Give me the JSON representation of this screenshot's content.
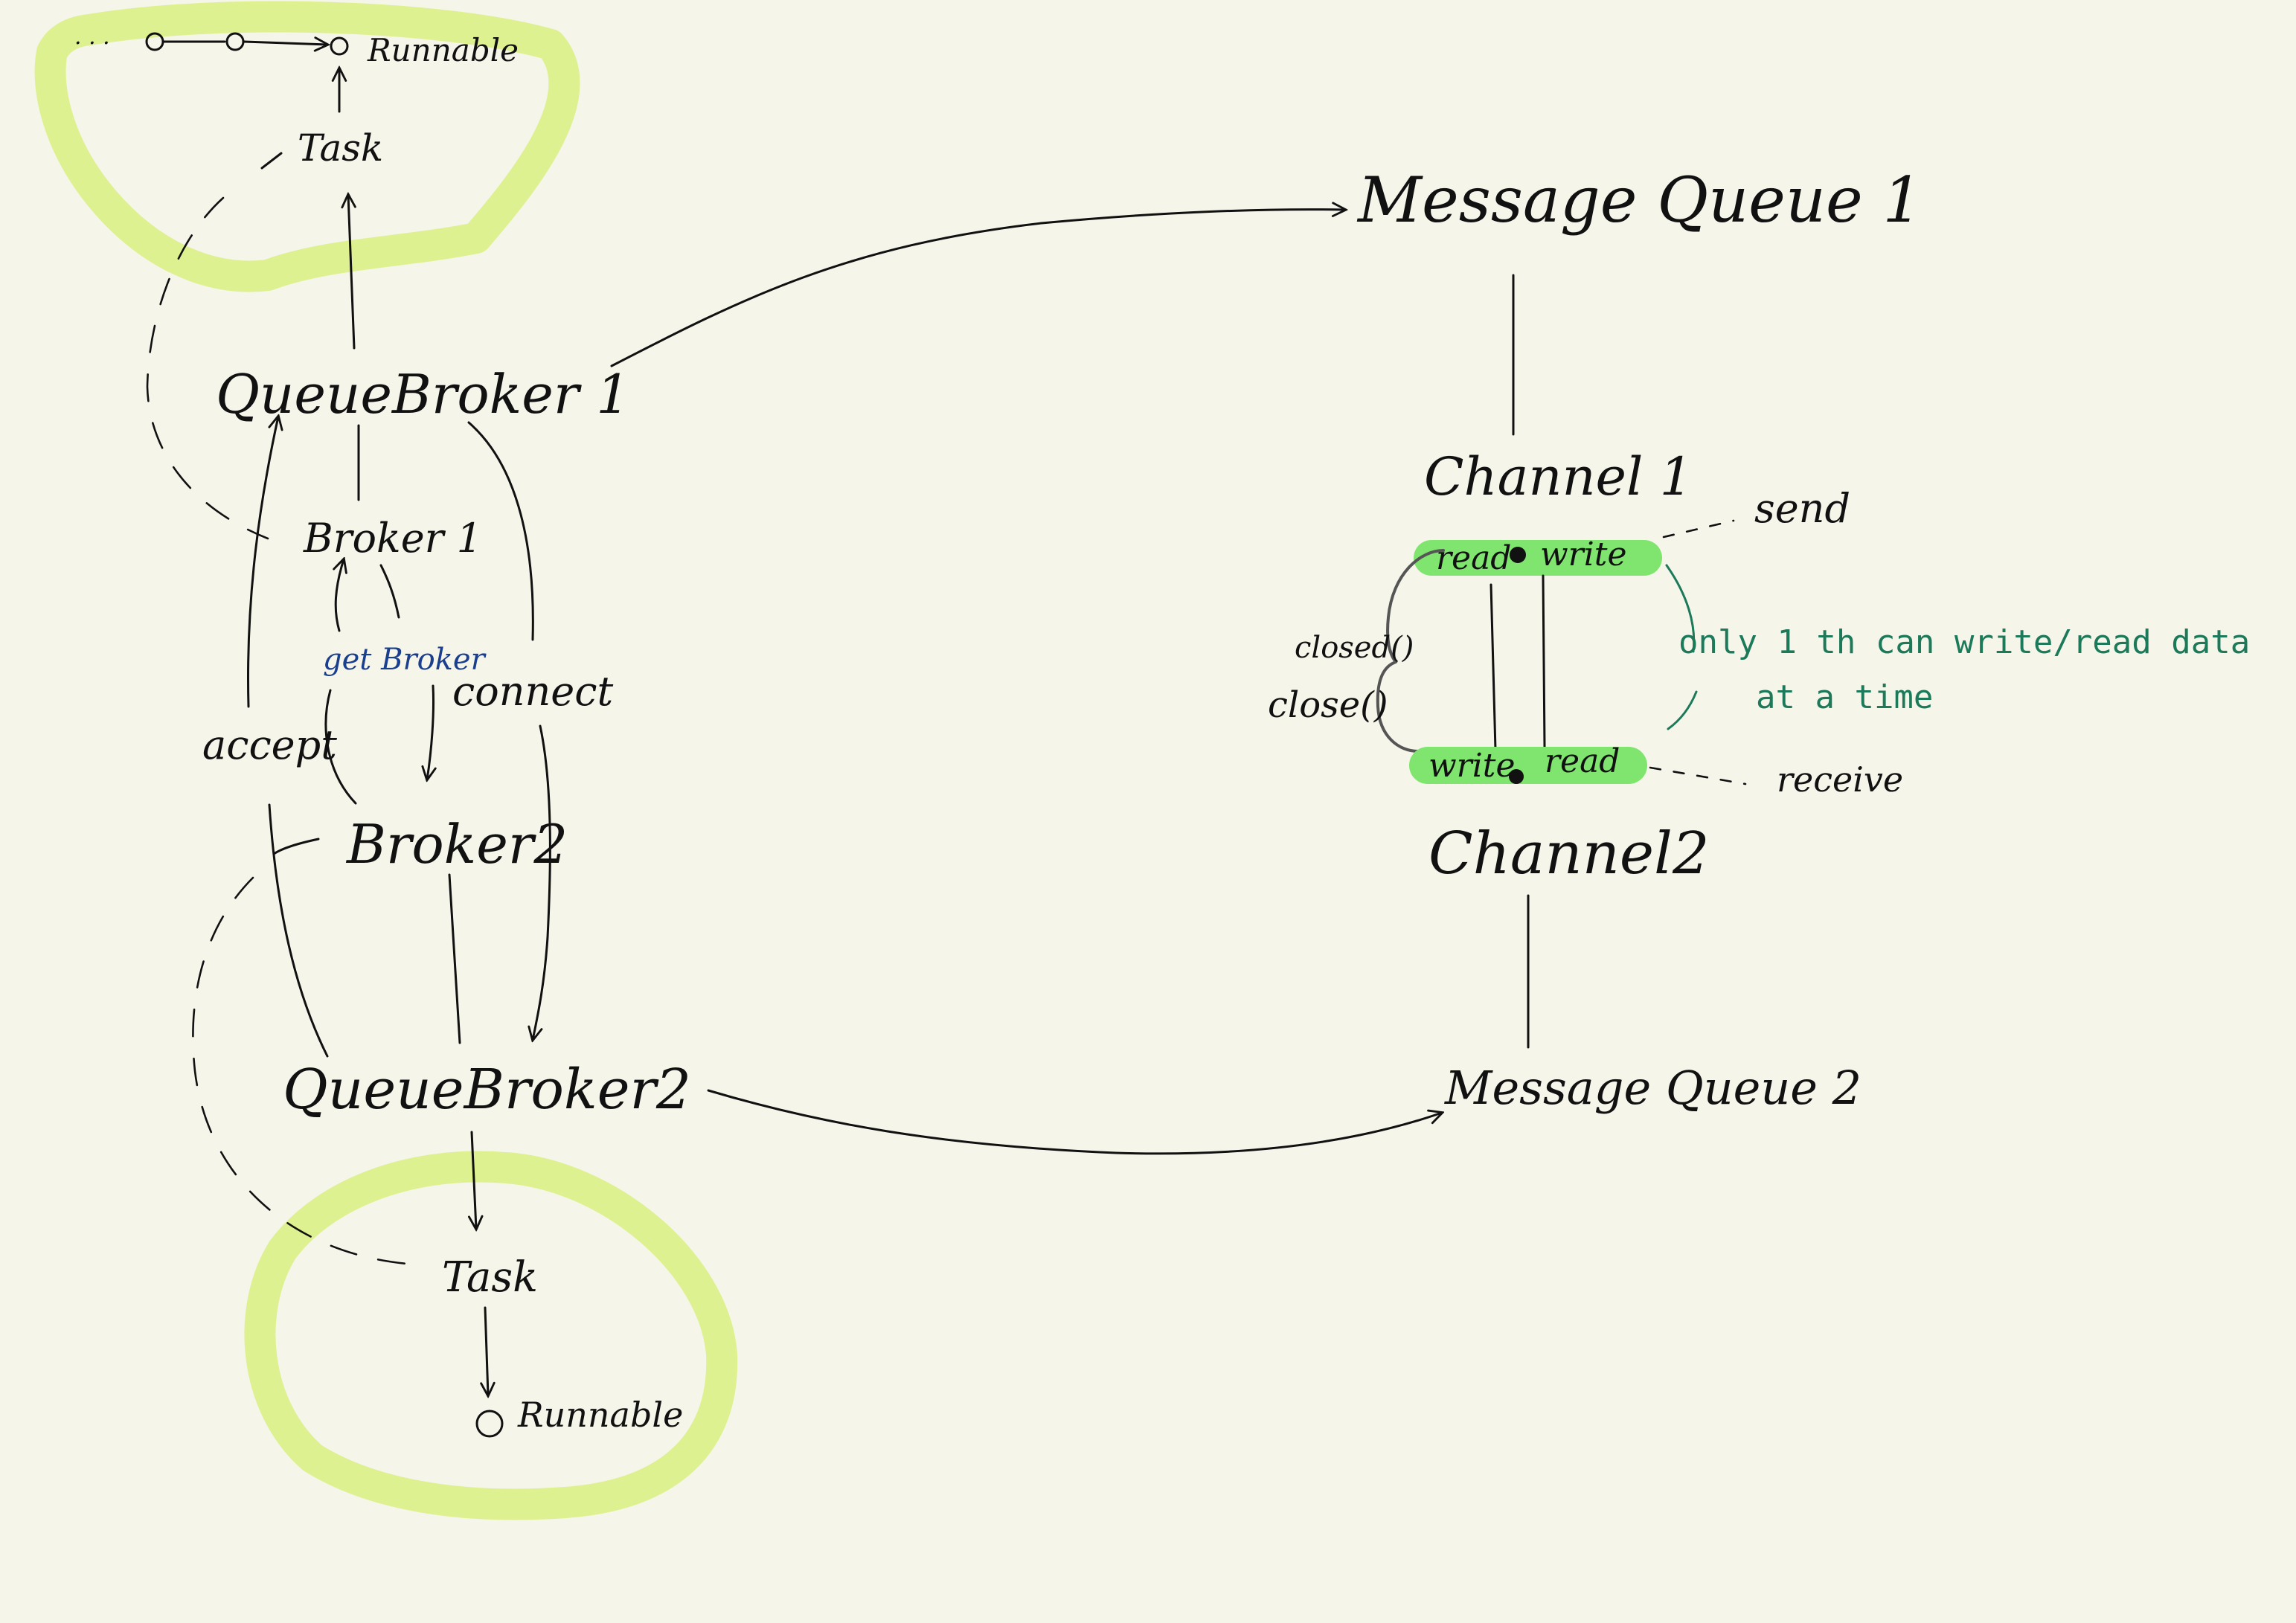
{
  "nodes": {
    "runnable_top": "Runnable",
    "task_top": "Task",
    "queue_broker_1": "QueueBroker 1",
    "broker_1": "Broker 1",
    "broker_2": "Broker2",
    "queue_broker_2": "QueueBroker2",
    "task_bottom": "Task",
    "runnable_bottom": "Runnable",
    "message_queue_1": "Message Queue 1",
    "channel_1": "Channel 1",
    "channel_2": "Channel2",
    "message_queue_2": "Message Queue 2"
  },
  "edges": {
    "get_broker": "get Broker",
    "accept": "accept",
    "connect": "connect",
    "send": "send",
    "receive": "receive",
    "closed": "closed()",
    "close": "close()"
  },
  "channel1_bar": {
    "read": "read",
    "write": "write"
  },
  "channel2_bar": {
    "write": "write",
    "read": "read"
  },
  "note": {
    "line1": "only 1 th can write/read data",
    "line2": "at a time"
  },
  "colors": {
    "highlight": "#dcf08c",
    "bar": "#7fe56f",
    "note": "#1c7a5a",
    "get_broker": "#1b3f8f"
  }
}
